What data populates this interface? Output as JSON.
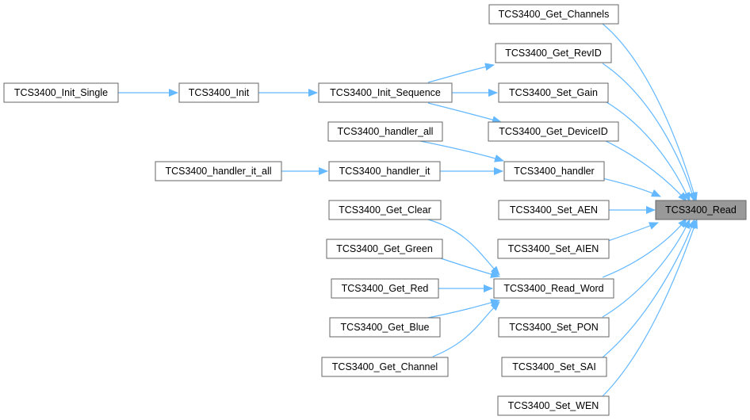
{
  "graph": {
    "focus_node": "TCS3400_Read",
    "colors": {
      "edge": "#63b8ff",
      "node_border": "#666666",
      "focus_fill": "#999999",
      "node_fill": "#ffffff"
    },
    "nodes": {
      "read": "TCS3400_Read",
      "get_channels": "TCS3400_Get_Channels",
      "get_revid": "TCS3400_Get_RevID",
      "set_gain": "TCS3400_Set_Gain",
      "get_deviceid": "TCS3400_Get_DeviceID",
      "handler": "TCS3400_handler",
      "set_aen": "TCS3400_Set_AEN",
      "set_aien": "TCS3400_Set_AIEN",
      "read_word": "TCS3400_Read_Word",
      "set_pon": "TCS3400_Set_PON",
      "set_sai": "TCS3400_Set_SAI",
      "set_wen": "TCS3400_Set_WEN",
      "init_single": "TCS3400_Init_Single",
      "init": "TCS3400_Init",
      "init_sequence": "TCS3400_Init_Sequence",
      "handler_all": "TCS3400_handler_all",
      "handler_it_all": "TCS3400_handler_it_all",
      "handler_it": "TCS3400_handler_it",
      "get_clear": "TCS3400_Get_Clear",
      "get_green": "TCS3400_Get_Green",
      "get_red": "TCS3400_Get_Red",
      "get_blue": "TCS3400_Get_Blue",
      "get_channel": "TCS3400_Get_Channel"
    },
    "edges": [
      [
        "get_channels",
        "read"
      ],
      [
        "get_revid",
        "read"
      ],
      [
        "set_gain",
        "read"
      ],
      [
        "get_deviceid",
        "read"
      ],
      [
        "handler",
        "read"
      ],
      [
        "set_aen",
        "read"
      ],
      [
        "set_aien",
        "read"
      ],
      [
        "read_word",
        "read"
      ],
      [
        "set_pon",
        "read"
      ],
      [
        "set_sai",
        "read"
      ],
      [
        "set_wen",
        "read"
      ],
      [
        "init_single",
        "init"
      ],
      [
        "init",
        "init_sequence"
      ],
      [
        "init_sequence",
        "get_revid"
      ],
      [
        "init_sequence",
        "set_gain"
      ],
      [
        "init_sequence",
        "get_deviceid"
      ],
      [
        "handler_all",
        "handler"
      ],
      [
        "handler_it_all",
        "handler_it"
      ],
      [
        "handler_it",
        "handler"
      ],
      [
        "get_clear",
        "read_word"
      ],
      [
        "get_green",
        "read_word"
      ],
      [
        "get_red",
        "read_word"
      ],
      [
        "get_blue",
        "read_word"
      ],
      [
        "get_channel",
        "read_word"
      ]
    ]
  }
}
